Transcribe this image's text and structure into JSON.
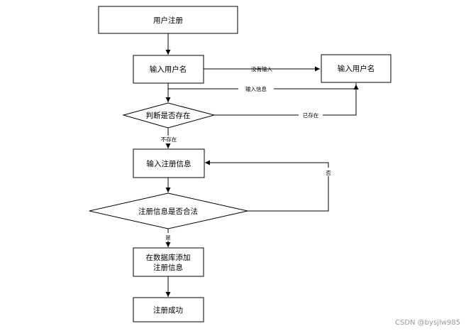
{
  "nodes": {
    "register": "用户注册",
    "input_username": "输入用户名",
    "input_username_right": "输入用户名",
    "check_exists": "判断是否存在",
    "input_info": "输入注册信息",
    "check_valid": "注册信息是否合法",
    "db_add_line1": "在数据库添加",
    "db_add_line2": "注册信息",
    "success": "注册成功"
  },
  "edges": {
    "no_input": "没有输入",
    "input_info": "输入信息",
    "exists": "已存在",
    "not_exists": "不存在",
    "no": "否",
    "yes": "是"
  },
  "watermark": "CSDN @bysjlw985"
}
